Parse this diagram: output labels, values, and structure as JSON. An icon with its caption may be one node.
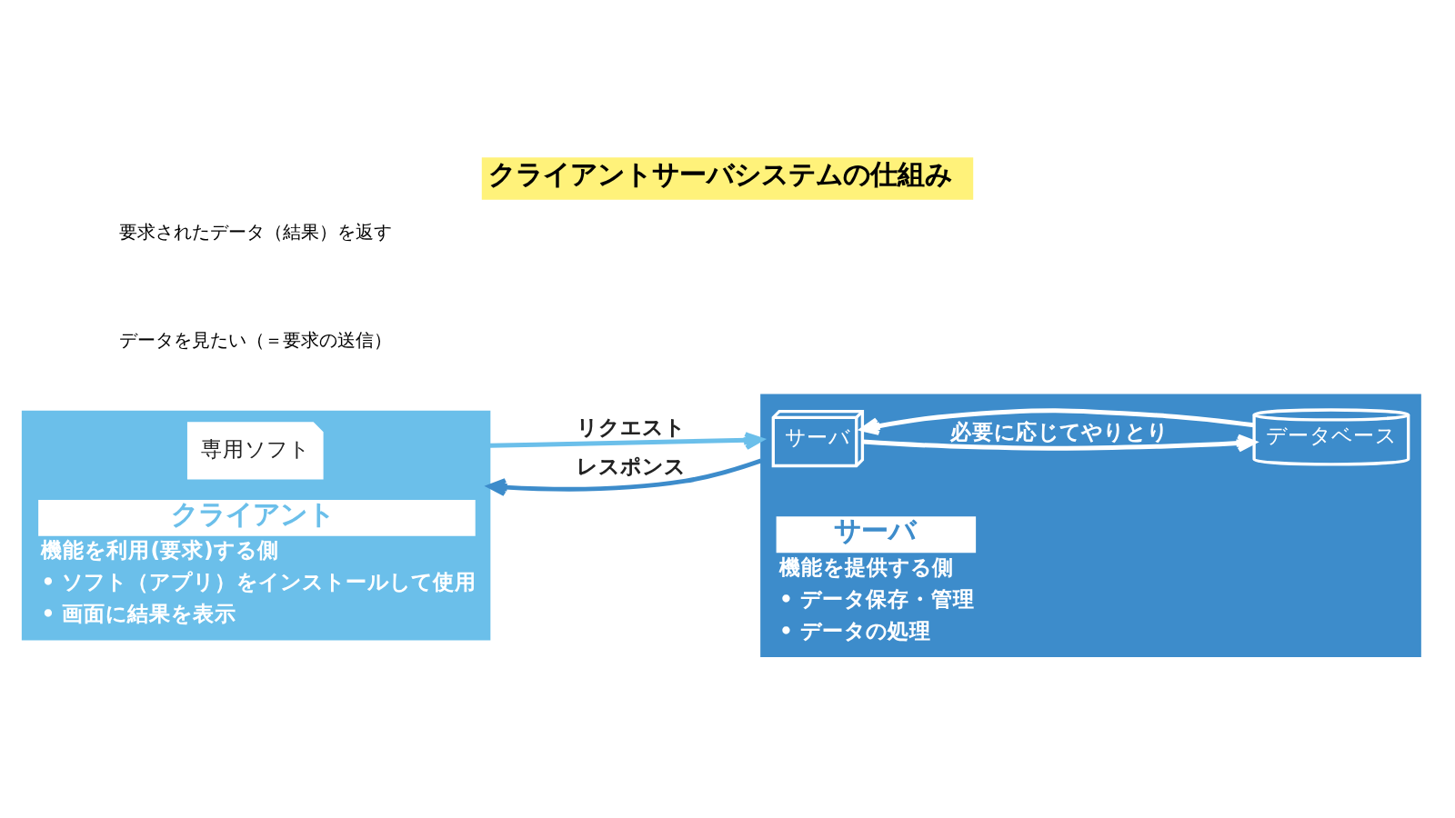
{
  "diagram": {
    "title": "クライアントサーバシステムの仕組み",
    "nodes": [
      {
        "text": [
          "クライアント",
          "機能を利用(要求)する側",
          "• ソフト（アプリ）をインストールして使用",
          "• 画面に結果を表示"
        ]
      },
      {
        "text": [
          "専用ソフト"
        ],
        "in": 0
      },
      {
        "text": [
          "サーバ",
          "機能を提供する側",
          "• データ保存・管理",
          "• データの処理"
        ]
      },
      {
        "text": [
          "サーバ"
        ],
        "in": 2
      },
      {
        "text": [
          "データベース"
        ],
        "in": 2
      }
    ],
    "edges": [
      {
        "from": 0,
        "to": 2,
        "arrow": "to",
        "label": "リクエスト",
        "color": "#6bbfea"
      },
      {
        "from": 2,
        "to": 0,
        "arrow": "to",
        "label": "レスポンス",
        "color": "#3d8ccb"
      },
      {
        "from": 3,
        "to": 4,
        "arrow": "to",
        "label": "必要に応じてやりとり",
        "color": "#ffffff"
      },
      {
        "from": 4,
        "to": 3,
        "arrow": "to",
        "color": "#ffffff"
      }
    ],
    "labels": [
      "データを見たい（＝要求の送信）",
      "要求されたデータ（結果）を返す"
    ]
  }
}
